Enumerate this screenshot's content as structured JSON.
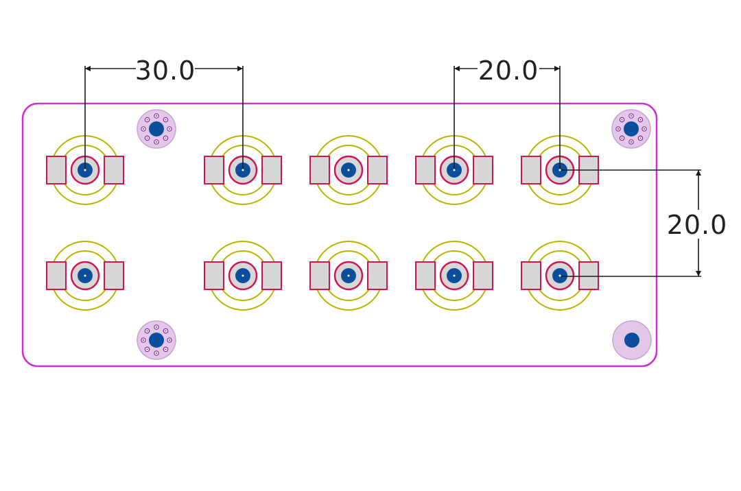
{
  "colors": {
    "board_outline": "#d52bd5",
    "pad_outline": "#d0164f",
    "pad_fill": "#d7d7d7",
    "silkscreen_ring": "#b8b400",
    "drill": "#0b4f9c",
    "via_ring_fill": "#e3c8ea",
    "via_hole": "#8a2aa3",
    "dimension_line": "#1a1a1a"
  },
  "components": {
    "rows": 2,
    "columns": 5,
    "column_gap_after_first": true
  },
  "dimensions": {
    "horizontal_left": "30.0",
    "horizontal_right": "20.0",
    "vertical_right": "20.0"
  },
  "mounting_holes": [
    {
      "id": "top-left",
      "style": "via-array"
    },
    {
      "id": "top-right",
      "style": "via-array"
    },
    {
      "id": "bottom-left",
      "style": "via-array"
    },
    {
      "id": "bottom-right",
      "style": "plain"
    }
  ]
}
